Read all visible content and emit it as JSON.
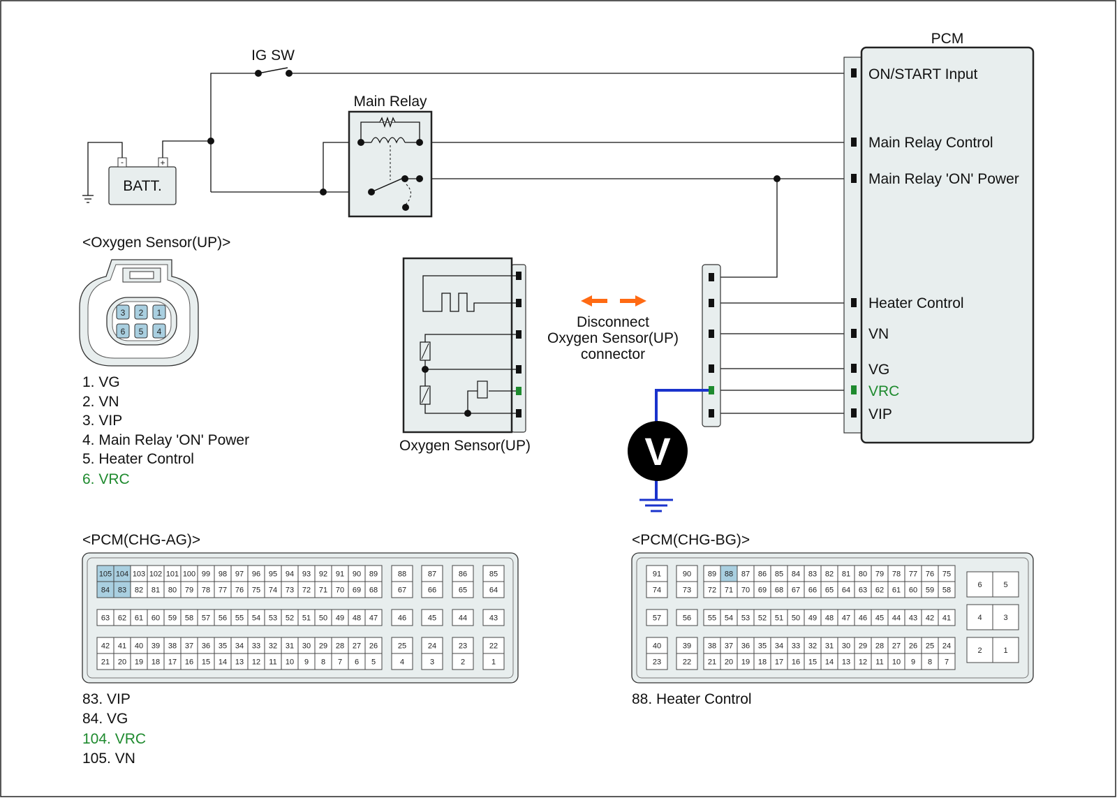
{
  "colors": {
    "highlight_text": "#1e8a2e",
    "meter_probe_wire": "#1a33cc",
    "highlighted_pin_cell": "#a9cfe0",
    "probe_arrows": "#ff6a13",
    "component_fill": "#e8eeee"
  },
  "components": {
    "ig_sw": "IG SW",
    "main_relay": "Main Relay",
    "batt": "BATT.",
    "batt_minus": "-",
    "batt_plus": "+",
    "pcm": "PCM",
    "oxygen_sensor": "Oxygen Sensor(UP)",
    "voltmeter": "V"
  },
  "pcm_pins": [
    "ON/START Input",
    "Main Relay Control",
    "Main Relay 'ON' Power",
    "Heater Control",
    "VN",
    "VG",
    "VRC",
    "VIP"
  ],
  "instruction": {
    "line1": "Disconnect",
    "line2": "Oxygen Sensor(UP)",
    "line3": "connector"
  },
  "o2_connector": {
    "title": "<Oxygen Sensor(UP)>",
    "pins_top": [
      "3",
      "2",
      "1"
    ],
    "pins_bottom": [
      "6",
      "5",
      "4"
    ],
    "legend": [
      "1. VG",
      "2. VN",
      "3. VIP",
      "4. Main Relay 'ON' Power",
      "5. Heater Control",
      "6. VRC"
    ]
  },
  "pcm_ag": {
    "title": "<PCM(CHG-AG)>",
    "legend": [
      "83. VIP",
      "84. VG",
      "104. VRC",
      "105. VN"
    ],
    "highlighted": [
      "105",
      "104",
      "84",
      "83"
    ]
  },
  "pcm_bg": {
    "title": "<PCM(CHG-BG)>",
    "legend": [
      "88. Heater Control"
    ],
    "highlighted": [
      "88"
    ]
  }
}
